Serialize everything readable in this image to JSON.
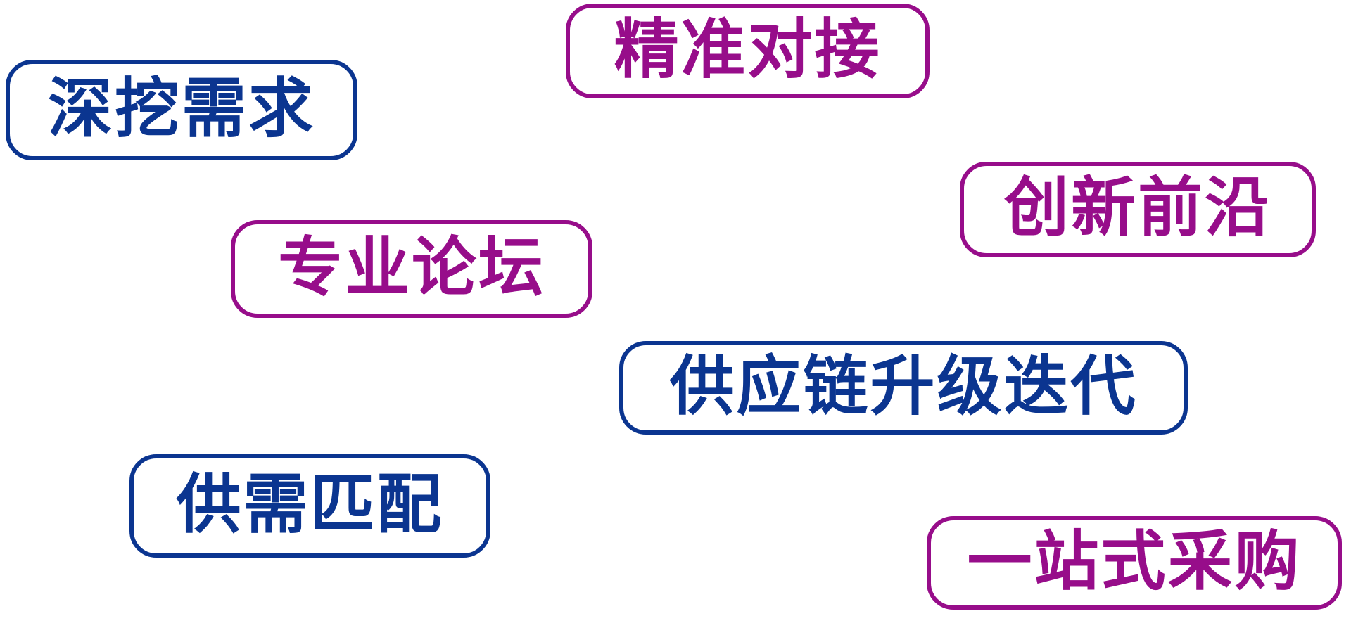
{
  "canvas": {
    "background": "#ffffff"
  },
  "colors": {
    "blue": "#0b3590",
    "purple": "#970d8a",
    "background": "#ffffff"
  },
  "badges": [
    {
      "label": "深挖需求",
      "color": "blue"
    },
    {
      "label": "精准对接",
      "color": "purple"
    },
    {
      "label": "创新前沿",
      "color": "purple"
    },
    {
      "label": "专业论坛",
      "color": "purple"
    },
    {
      "label": "供应链升级迭代",
      "color": "blue"
    },
    {
      "label": "供需匹配",
      "color": "blue"
    },
    {
      "label": "一站式采购",
      "color": "purple"
    }
  ]
}
